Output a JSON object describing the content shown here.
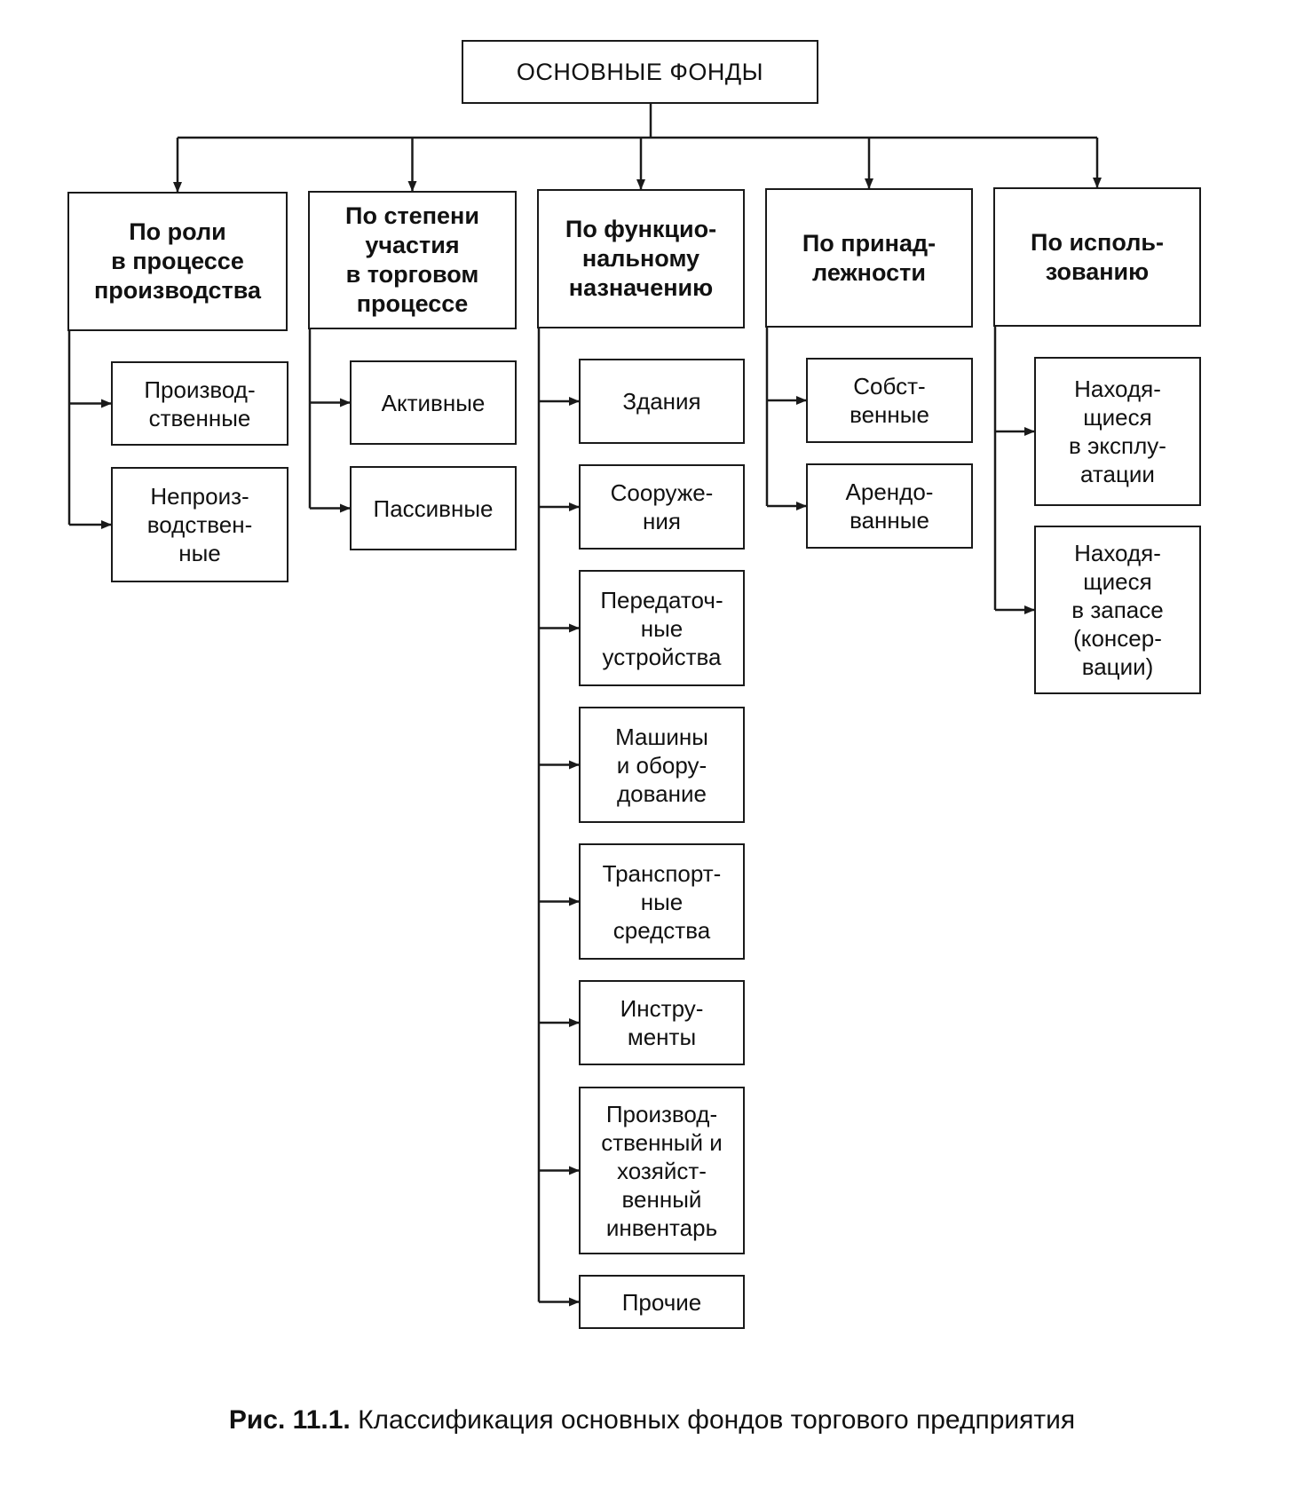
{
  "root": {
    "label": "ОСНОВНЫЕ ФОНДЫ"
  },
  "categories": [
    {
      "label": "По роли\nв процессе\nпроизводства",
      "items": [
        "Производ-\nственные",
        "Непроиз-\nводствен-\nные"
      ]
    },
    {
      "label": "По степени\nучастия\nв торговом\nпроцессе",
      "items": [
        "Активные",
        "Пассивные"
      ]
    },
    {
      "label": "По функцио-\nнальному\nназначению",
      "items": [
        "Здания",
        "Сооруже-\nния",
        "Передаточ-\nные\nустройства",
        "Машины\nи обору-\nдование",
        "Транспорт-\nные\nсредства",
        "Инстру-\nменты",
        "Производ-\nственный и\nхозяйст-\nвенный\nинвентарь",
        "Прочие"
      ]
    },
    {
      "label": "По принад-\nлежности",
      "items": [
        "Собст-\nвенные",
        "Арендо-\nванные"
      ]
    },
    {
      "label": "По исполь-\nзованию",
      "items": [
        "Находя-\nщиеся\nв эксплу-\nатации",
        "Находя-\nщиеся\nв запасе\n(консер-\nвации)"
      ]
    }
  ],
  "caption": {
    "number": "Рис. 11.1.",
    "text": "Классификация основных фондов торгового предприятия"
  }
}
